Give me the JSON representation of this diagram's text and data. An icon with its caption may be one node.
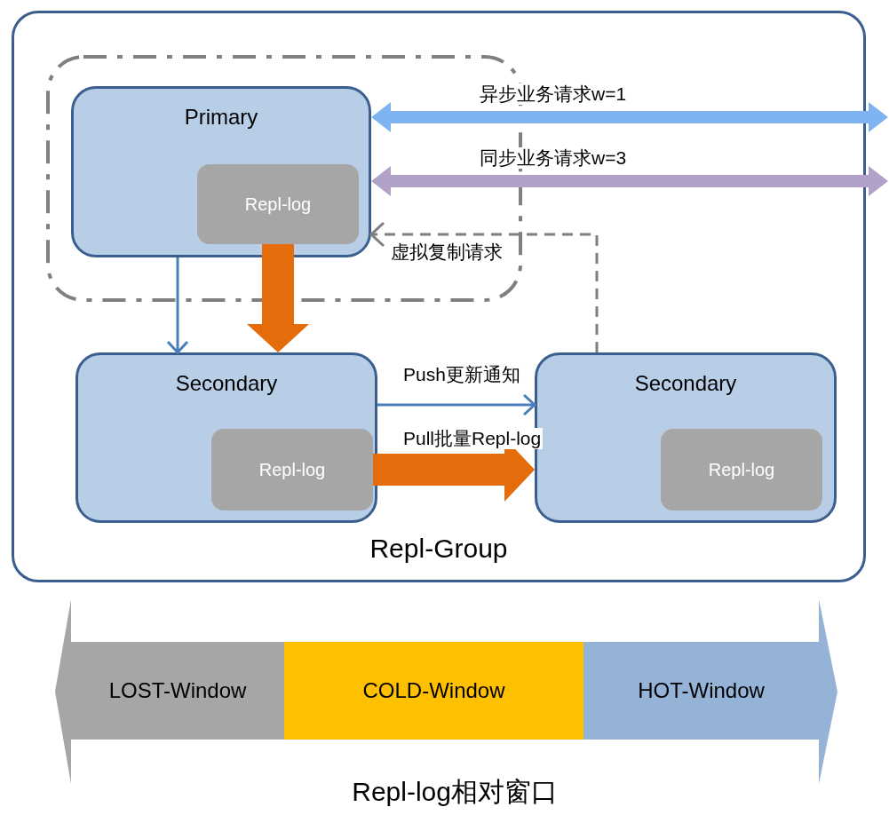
{
  "diagram": {
    "caption": "Repl-log相对窗口",
    "nodes": [
      {
        "text": [
          "Repl-Group"
        ]
      },
      {
        "text": [],
        "shape": "box",
        "in": 0
      },
      {
        "text": [
          "Primary"
        ],
        "in": 1
      },
      {
        "text": [
          "Repl-log"
        ],
        "in": 2
      },
      {
        "text": [
          "Secondary"
        ],
        "in": 0
      },
      {
        "text": [
          "Repl-log"
        ],
        "in": 4
      },
      {
        "text": [
          "Secondary"
        ],
        "in": 0
      },
      {
        "text": [
          "Repl-log"
        ],
        "in": 6
      },
      {
        "text": [
          "LOST-Window"
        ]
      },
      {
        "text": [
          "COLD-Window"
        ]
      },
      {
        "text": [
          "HOT-Window"
        ]
      }
    ],
    "edges": [
      {
        "from": 2,
        "to": null,
        "arrow": "both",
        "label": "异步业务请求w=1",
        "color": "#7fb2f0"
      },
      {
        "from": 2,
        "to": null,
        "arrow": "both",
        "label": "同步业务请求w=3",
        "color": "#b1a0c7"
      },
      {
        "from": 6,
        "to": 2,
        "arrow": "to",
        "label": "虚拟复制请求",
        "style": "dashed",
        "color": "#7f7f7f"
      },
      {
        "from": 2,
        "to": 4,
        "arrow": "to",
        "color": "#4a7ebb"
      },
      {
        "from": 3,
        "to": 4,
        "arrow": "to",
        "style": "thick",
        "color": "#e46c0a"
      },
      {
        "from": 4,
        "to": 6,
        "arrow": "to",
        "label": "Push更新通知",
        "color": "#4a7ebb"
      },
      {
        "from": 5,
        "to": 6,
        "arrow": "to",
        "label": "Pull批量Repl-log",
        "style": "thick",
        "color": "#e46c0a"
      }
    ]
  }
}
